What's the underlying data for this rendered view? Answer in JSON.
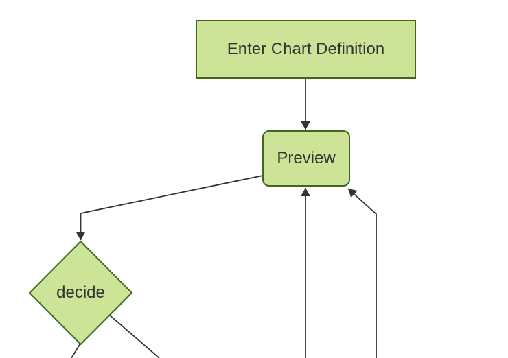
{
  "diagram": {
    "type": "flowchart",
    "direction": "top-down",
    "nodes": [
      {
        "id": "enter-chart-definition",
        "label": "Enter Chart Definition",
        "shape": "rectangle"
      },
      {
        "id": "preview",
        "label": "Preview",
        "shape": "rounded-rectangle"
      },
      {
        "id": "decide",
        "label": "decide",
        "shape": "diamond"
      }
    ],
    "edges": [
      {
        "from": "enter-chart-definition",
        "to": "preview",
        "arrowhead": true
      },
      {
        "from": "preview",
        "to": "decide",
        "arrowhead": true
      },
      {
        "from": "offscreen-bottom",
        "to": "preview",
        "arrowhead": true
      },
      {
        "from": "offscreen-bottom-right",
        "to": "preview",
        "arrowhead": true
      },
      {
        "from": "decide",
        "to": "offscreen-bottom-left",
        "arrowhead": false
      },
      {
        "from": "decide",
        "to": "offscreen-bottom-right",
        "arrowhead": false
      }
    ],
    "colors": {
      "node_fill": "#cde498",
      "node_border": "#3f681c",
      "edge_line": "#333333",
      "label_text": "#333333",
      "background": "#ffffff"
    }
  }
}
